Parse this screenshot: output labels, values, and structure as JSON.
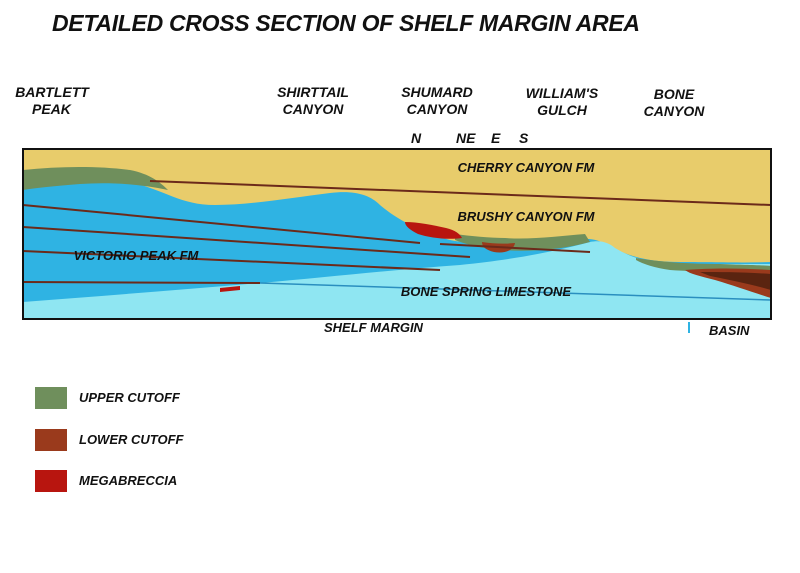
{
  "title": "DETAILED CROSS SECTION OF SHELF MARGIN AREA",
  "locations": [
    {
      "line1": "BARTLETT",
      "line2": "PEAK"
    },
    {
      "line1": "SHIRTTAIL",
      "line2": "CANYON"
    },
    {
      "line1": "SHUMARD",
      "line2": "CANYON"
    },
    {
      "line1": "WILLIAM'S",
      "line2": "GULCH"
    },
    {
      "line1": "BONE",
      "line2": "CANYON"
    }
  ],
  "directions": [
    "N",
    "NE",
    "E",
    "S"
  ],
  "formations": {
    "cherry_canyon": "CHERRY CANYON FM",
    "brushy_canyon": "BRUSHY CANYON FM",
    "victorio_peak": "VICTORIO PEAK FM",
    "bone_spring": "BONE SPRING LIMESTONE"
  },
  "bottom_labels": {
    "shelf_margin": "SHELF MARGIN",
    "basin": "BASIN"
  },
  "legend": [
    {
      "label": "UPPER CUTOFF",
      "color": "#6f8f5c"
    },
    {
      "label": "LOWER CUTOFF",
      "color": "#9a3a1c"
    },
    {
      "label": "MEGABRECCIA",
      "color": "#b8150f"
    }
  ],
  "colors": {
    "cherry_canyon": "#e8cc6b",
    "victorio_peak": "#2fb3e3",
    "bone_spring": "#8fe6f2",
    "upper_cutoff": "#6f8f5c",
    "lower_cutoff": "#9a3a1c",
    "megabreccia": "#b8150f",
    "bedding_lines": "#6b2a1a"
  }
}
